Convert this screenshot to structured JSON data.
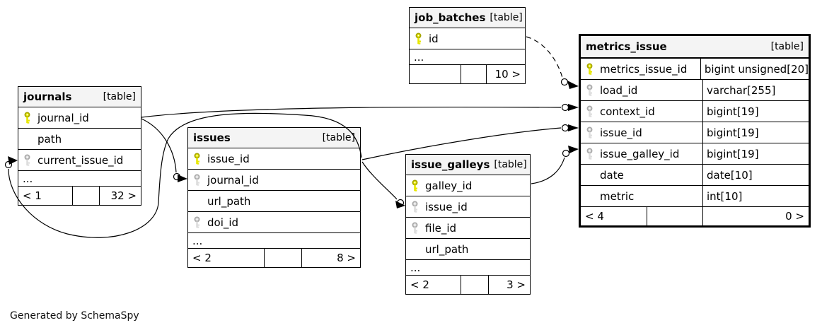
{
  "note": "Generated by SchemaSpy",
  "colors": {
    "pk_fill": "#e8e800",
    "pk_stroke": "#a4a400",
    "fk_fill": "#dddddd",
    "fk_stroke": "#a8a8a8",
    "header_bg": "#f4f4f4",
    "border": "#000000"
  },
  "tables": [
    {
      "name": "job_batches",
      "tag": "[table]",
      "highlight": false,
      "columns": [
        {
          "name": "id",
          "icon": "pk"
        }
      ],
      "ellipsis": "...",
      "footer": {
        "parents": "",
        "children": "10 >"
      }
    },
    {
      "name": "journals",
      "tag": "[table]",
      "highlight": false,
      "columns": [
        {
          "name": "journal_id",
          "icon": "pk"
        },
        {
          "name": "path",
          "icon": "none"
        },
        {
          "name": "current_issue_id",
          "icon": "fk"
        }
      ],
      "ellipsis": "...",
      "footer": {
        "parents": "< 1",
        "children": "32 >"
      }
    },
    {
      "name": "issues",
      "tag": "[table]",
      "highlight": false,
      "columns": [
        {
          "name": "issue_id",
          "icon": "pk"
        },
        {
          "name": "journal_id",
          "icon": "fk"
        },
        {
          "name": "url_path",
          "icon": "none"
        },
        {
          "name": "doi_id",
          "icon": "fk"
        }
      ],
      "ellipsis": "...",
      "footer": {
        "parents": "< 2",
        "children": "8 >"
      }
    },
    {
      "name": "issue_galleys",
      "tag": "[table]",
      "highlight": false,
      "columns": [
        {
          "name": "galley_id",
          "icon": "pk"
        },
        {
          "name": "issue_id",
          "icon": "fk"
        },
        {
          "name": "file_id",
          "icon": "fk"
        },
        {
          "name": "url_path",
          "icon": "none"
        }
      ],
      "ellipsis": "...",
      "footer": {
        "parents": "< 2",
        "children": "3 >"
      }
    },
    {
      "name": "metrics_issue",
      "tag": "[table]",
      "highlight": true,
      "columns": [
        {
          "name": "metrics_issue_id",
          "icon": "pk",
          "type": "bigint unsigned[20]"
        },
        {
          "name": "load_id",
          "icon": "fk",
          "type": "varchar[255]"
        },
        {
          "name": "context_id",
          "icon": "fk",
          "type": "bigint[19]"
        },
        {
          "name": "issue_id",
          "icon": "fk",
          "type": "bigint[19]"
        },
        {
          "name": "issue_galley_id",
          "icon": "fk",
          "type": "bigint[19]"
        },
        {
          "name": "date",
          "icon": "none",
          "type": "date[10]"
        },
        {
          "name": "metric",
          "icon": "none",
          "type": "int[10]"
        }
      ],
      "ellipsis": null,
      "footer": {
        "parents": "< 4",
        "children": "0 >"
      }
    }
  ],
  "relationships": [
    {
      "from": "job_batches.id",
      "to": "metrics_issue.load_id",
      "style": "dashed"
    },
    {
      "from": "journals.journal_id",
      "to": "metrics_issue.context_id",
      "style": "solid"
    },
    {
      "from": "journals.journal_id",
      "to": "issues.journal_id",
      "style": "solid"
    },
    {
      "from": "issues.issue_id",
      "to": "journals.current_issue_id",
      "style": "solid"
    },
    {
      "from": "issues.issue_id",
      "to": "metrics_issue.issue_id",
      "style": "solid"
    },
    {
      "from": "issues.issue_id",
      "to": "issue_galleys.issue_id",
      "style": "solid"
    },
    {
      "from": "issue_galleys.galley_id",
      "to": "metrics_issue.issue_galley_id",
      "style": "solid"
    }
  ]
}
